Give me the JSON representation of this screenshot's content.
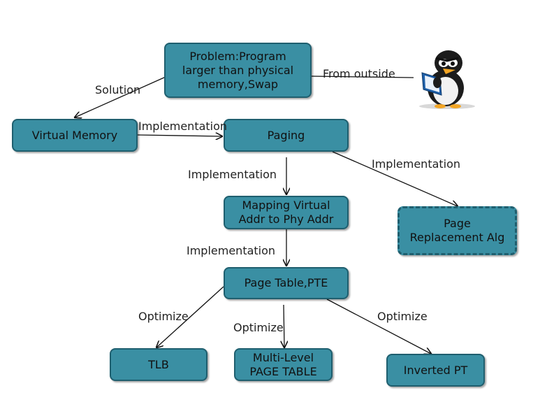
{
  "nodes": {
    "problem": "Problem:Program\nlarger than physical\nmemory,Swap",
    "virtual_memory": "Virtual Memory",
    "paging": "Paging",
    "mapping": "Mapping Virtual\nAddr to Phy Addr",
    "page_replacement": "Page\nReplacement Alg",
    "page_table": "Page Table,PTE",
    "tlb": "TLB",
    "multi_level": "Multi-Level\nPAGE TABLE",
    "inverted_pt": "Inverted PT"
  },
  "edge_labels": {
    "solution": "Solution",
    "from_outside": "From outside",
    "impl_vm_paging": "Implementation",
    "impl_paging_mapping": "Implementation",
    "impl_paging_replacement": "Implementation",
    "impl_mapping_pagetable": "Implementation",
    "opt_tlb": "Optimize",
    "opt_multilevel": "Optimize",
    "opt_inverted": "Optimize"
  },
  "colors": {
    "node_fill": "#3a8fa3",
    "node_border": "#1f5f6f",
    "edge": "#111111"
  },
  "decorations": {
    "penguin": "penguin-reading-book-icon"
  }
}
